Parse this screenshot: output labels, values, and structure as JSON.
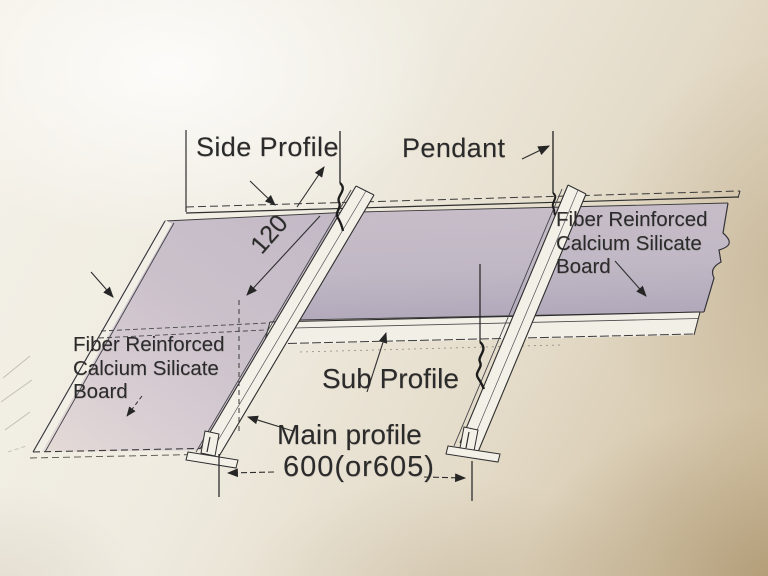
{
  "diagram": {
    "type": "isometric ceiling suspension system drawing",
    "labels": {
      "side_profile": "Side Profile",
      "pendant": "Pendant",
      "sub_profile": "Sub Profile",
      "main_profile": "Main profile",
      "board_right": "Fiber Reinforced Calcium Silicate Board",
      "board_left": "Fiber Reinforced Calcium Silicate Board"
    },
    "dimensions": {
      "rail_spacing": "600(or605)",
      "edge_distance": "120"
    },
    "colors": {
      "paper": "#f2efe6",
      "board_fill": "#c5bcc8",
      "line": "#2e2e2e",
      "text": "#2b2b2b",
      "shadow_tan": "#c8b593"
    }
  }
}
